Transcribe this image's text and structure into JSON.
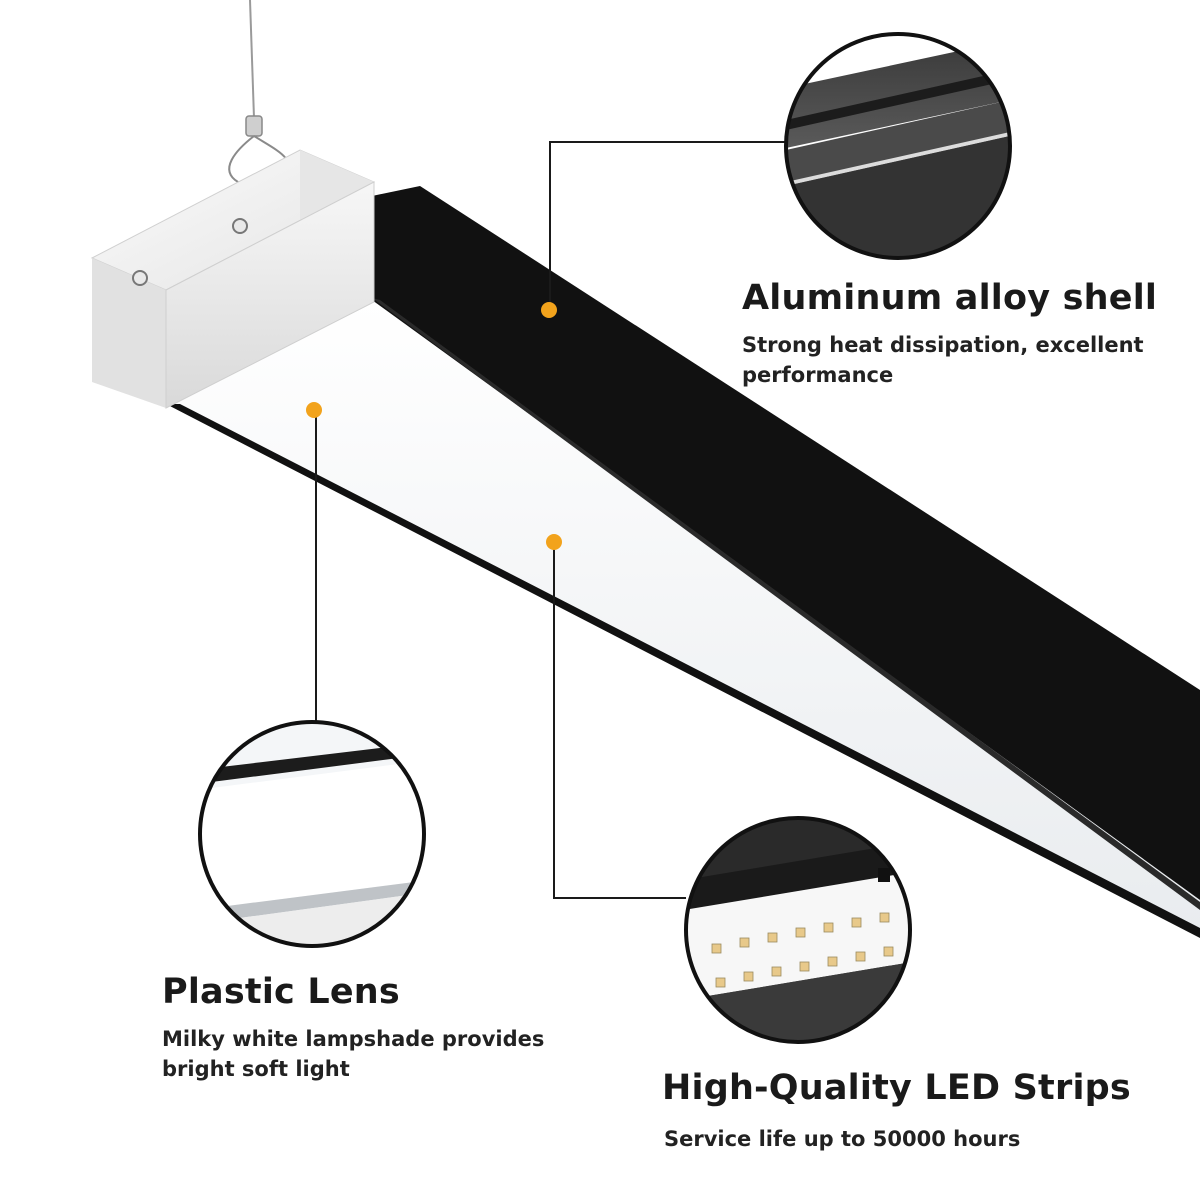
{
  "colors": {
    "accent_dot": "#f2a31c",
    "housing_black": "#111111",
    "end_cap_white": "#f4f4f4",
    "callout_line": "#1a1a1a"
  },
  "features": [
    {
      "key": "shell",
      "title": "Aluminum alloy shell",
      "description": "Strong heat dissipation, excellent performance",
      "zoom_icon": "aluminum-profile-closeup"
    },
    {
      "key": "lens",
      "title": "Plastic Lens",
      "description": "Milky white lampshade provides bright soft light",
      "zoom_icon": "milky-lens-closeup"
    },
    {
      "key": "led",
      "title": "High-Quality LED Strips",
      "description": "Service life up to 50000 hours",
      "zoom_icon": "led-strip-closeup"
    }
  ]
}
